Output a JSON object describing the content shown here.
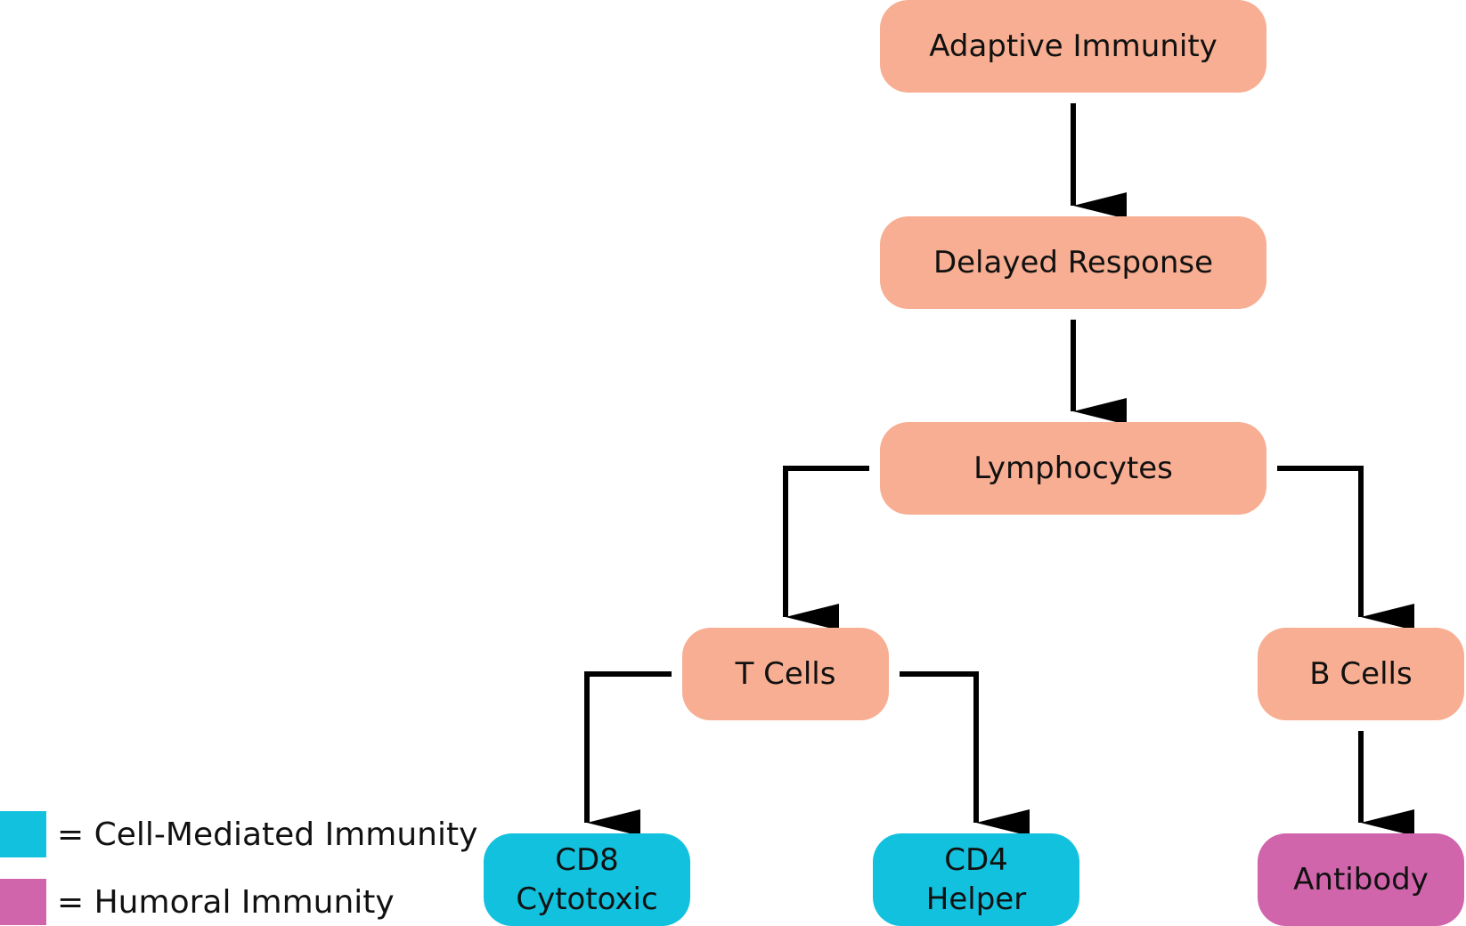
{
  "colors": {
    "general": "#F8AE92",
    "cell_mediated": "#12C1DD",
    "humoral": "#D065AB",
    "arrow": "#000000"
  },
  "nodes": {
    "adaptive_immunity": {
      "label": "Adaptive Immunity",
      "category": "general"
    },
    "delayed_response": {
      "label": "Delayed Response",
      "category": "general"
    },
    "lymphocytes": {
      "label": "Lymphocytes",
      "category": "general"
    },
    "t_cells": {
      "label": "T Cells",
      "category": "general"
    },
    "b_cells": {
      "label": "B Cells",
      "category": "general"
    },
    "cd8_cytotoxic": {
      "label": "CD8\nCytotoxic",
      "category": "cell_mediated"
    },
    "cd4_helper": {
      "label": "CD4\nHelper",
      "category": "cell_mediated"
    },
    "antibody": {
      "label": "Antibody",
      "category": "humoral"
    }
  },
  "edges": [
    {
      "from": "adaptive_immunity",
      "to": "delayed_response"
    },
    {
      "from": "delayed_response",
      "to": "lymphocytes"
    },
    {
      "from": "lymphocytes",
      "to": "t_cells"
    },
    {
      "from": "lymphocytes",
      "to": "b_cells"
    },
    {
      "from": "t_cells",
      "to": "cd8_cytotoxic"
    },
    {
      "from": "t_cells",
      "to": "cd4_helper"
    },
    {
      "from": "b_cells",
      "to": "antibody"
    }
  ],
  "legend": [
    {
      "label": "= Cell-Mediated Immunity",
      "category": "cell_mediated"
    },
    {
      "label": "= Humoral Immunity",
      "category": "humoral"
    }
  ]
}
